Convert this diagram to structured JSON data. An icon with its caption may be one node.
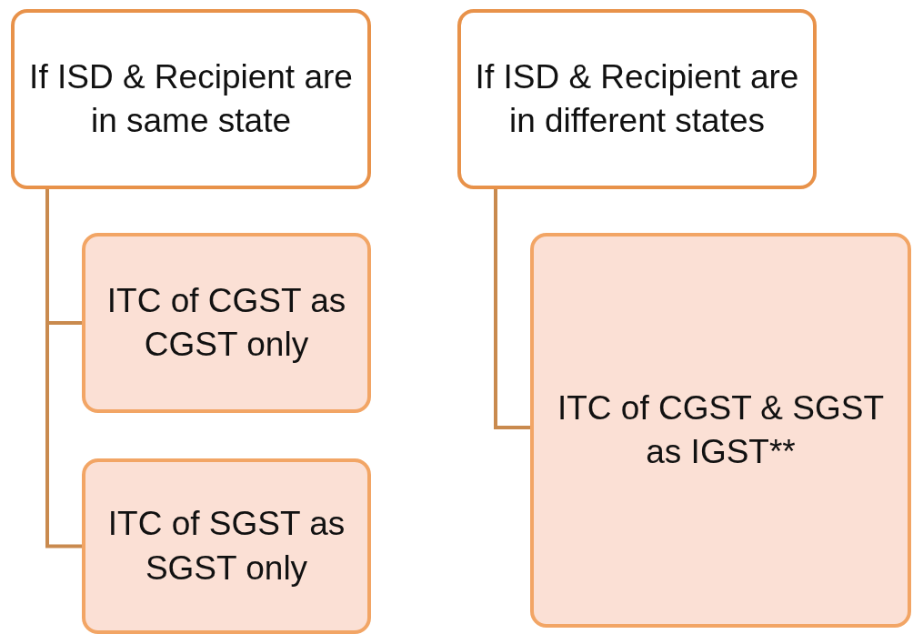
{
  "diagram": {
    "nodes": [
      {
        "text": [
          "If ISD & Recipient are in same state"
        ]
      },
      {
        "text": [
          "ITC of CGST as CGST only"
        ]
      },
      {
        "text": [
          "ITC of SGST as SGST only"
        ]
      },
      {
        "text": [
          "If ISD & Recipient are in different states"
        ]
      },
      {
        "text": [
          "ITC of CGST & SGST as IGST**"
        ]
      }
    ],
    "edges": [
      {
        "from": 0,
        "to": 1,
        "arrow": "none"
      },
      {
        "from": 0,
        "to": 2,
        "arrow": "none"
      },
      {
        "from": 3,
        "to": 4,
        "arrow": "none"
      }
    ]
  }
}
